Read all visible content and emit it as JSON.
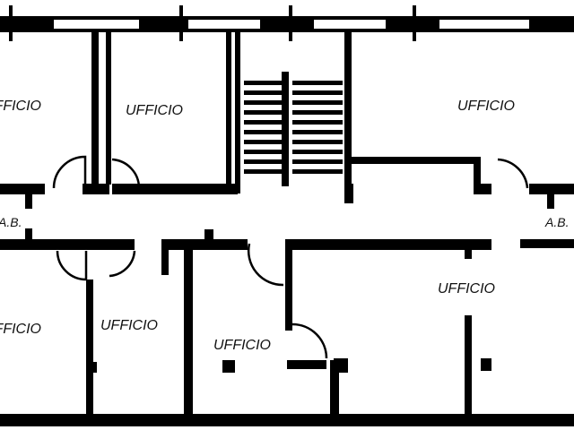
{
  "rooms": {
    "top_left": "UFFICIO",
    "top_second": "UFFICIO",
    "top_right": "UFFICIO",
    "bottom_left": "UFFICIO",
    "bottom_second": "UFFICIO",
    "bottom_third": "UFFICIO",
    "bottom_right": "UFFICIO"
  },
  "corridor": {
    "left_label": "A.B.",
    "right_label": "A.B."
  }
}
